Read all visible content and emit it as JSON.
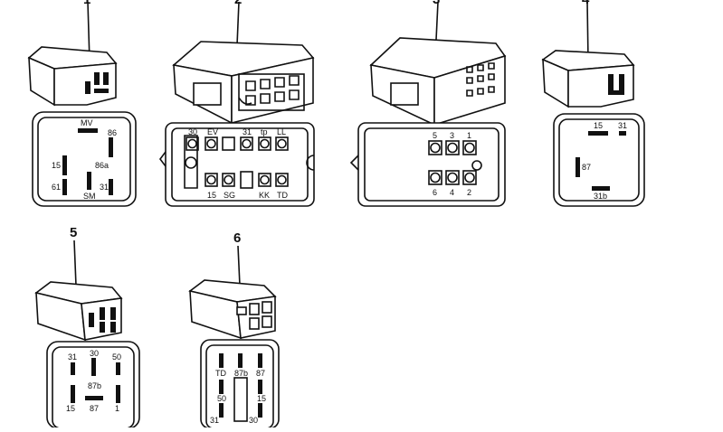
{
  "callouts": {
    "c1": "1",
    "c2": "2",
    "c3": "3",
    "c4": "4",
    "c5": "5",
    "c6": "6"
  },
  "relay1": {
    "pins": [
      "MV",
      "86",
      "15",
      "86a",
      "61",
      "SM",
      "31"
    ]
  },
  "relay2": {
    "top": [
      "30",
      "EV",
      "31",
      "tp",
      "LL"
    ],
    "bottom": [
      "15",
      "SG",
      "KK",
      "TD"
    ]
  },
  "relay3": {
    "top": [
      "5",
      "3",
      "1"
    ],
    "bottom": [
      "6",
      "4",
      "2"
    ]
  },
  "relay4": {
    "pins": [
      "15",
      "31",
      "87",
      "31b"
    ]
  },
  "relay5": {
    "pins": [
      "30",
      "31",
      "50",
      "87b",
      "15",
      "87",
      "1"
    ]
  },
  "relay6": {
    "pins": [
      "TD",
      "87b",
      "87",
      "50",
      "15",
      "31",
      "30"
    ]
  }
}
